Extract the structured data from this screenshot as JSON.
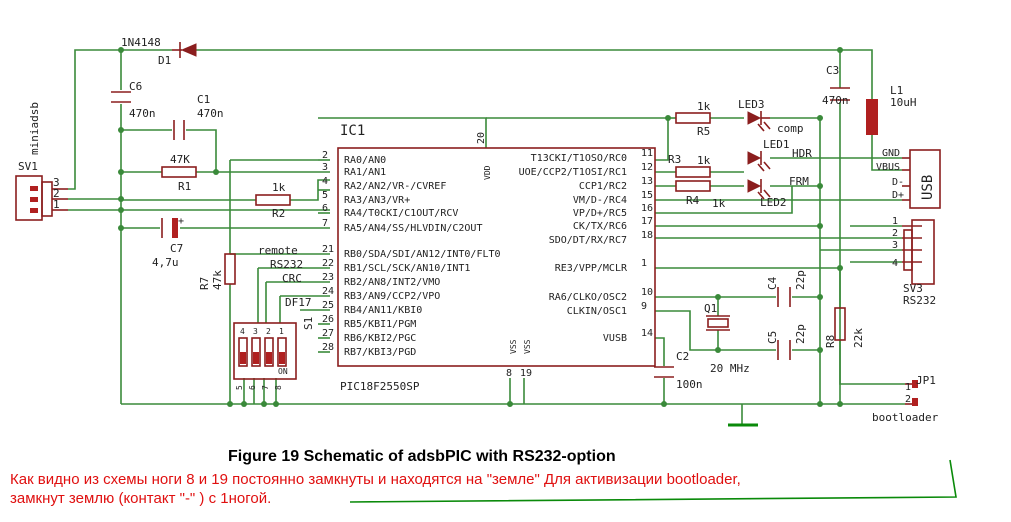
{
  "caption": "Figure 19 Schematic of adsbPIC with RS232-option",
  "note_line1": "Как видно из схемы ноги 8 и 19 постоянно замкнуты и находятся на \"земле\"  Для активизации bootloader,",
  "note_line2": "замкнут землю (контакт \"-\" ) с 1ногой.",
  "chip": {
    "ref": "IC1",
    "part": "PIC18F2550SP",
    "vdd": "VDD",
    "vss": "VSS",
    "vusb": "VUSB",
    "left_pins": [
      {
        "num": "2",
        "name": "RA0/AN0"
      },
      {
        "num": "3",
        "name": "RA1/AN1"
      },
      {
        "num": "4",
        "name": "RA2/AN2/VR-/CVREF"
      },
      {
        "num": "5",
        "name": "RA3/AN3/VR+"
      },
      {
        "num": "6",
        "name": "RA4/T0CKI/C1OUT/RCV"
      },
      {
        "num": "7",
        "name": "RA5/AN4/SS/HLVDIN/C2OUT"
      },
      {
        "num": "21",
        "name": "RB0/SDA/SDI/AN12/INT0/FLT0"
      },
      {
        "num": "22",
        "name": "RB1/SCL/SCK/AN10/INT1"
      },
      {
        "num": "23",
        "name": "RB2/AN8/INT2/VMO"
      },
      {
        "num": "24",
        "name": "RB3/AN9/CCP2/VPO"
      },
      {
        "num": "25",
        "name": "RB4/AN11/KBI0"
      },
      {
        "num": "26",
        "name": "RB5/KBI1/PGM"
      },
      {
        "num": "27",
        "name": "RB6/KBI2/PGC"
      },
      {
        "num": "28",
        "name": "RB7/KBI3/PGD"
      }
    ],
    "right_pins": [
      {
        "num": "11",
        "name": "T13CKI/T1OSO/RC0"
      },
      {
        "num": "12",
        "name": "UOE/CCP2/T1OSI/RC1"
      },
      {
        "num": "13",
        "name": "CCP1/RC2"
      },
      {
        "num": "15",
        "name": "VM/D-/RC4"
      },
      {
        "num": "16",
        "name": "VP/D+/RC5"
      },
      {
        "num": "17",
        "name": "CK/TX/RC6"
      },
      {
        "num": "18",
        "name": "SDO/DT/RX/RC7"
      },
      {
        "num": "1",
        "name": "RE3/VPP/MCLR"
      },
      {
        "num": "10",
        "name": "RA6/CLKO/OSC2"
      },
      {
        "num": "9",
        "name": "CLKIN/OSC1"
      },
      {
        "num": "14",
        "name": "VUSB"
      }
    ],
    "top_pin": "20",
    "bottom_pins": [
      "8",
      "19"
    ]
  },
  "labels": {
    "d1_part": "1N4148",
    "d1_ref": "D1",
    "c6_ref": "C6",
    "c6_val": "470n",
    "c1_ref": "C1",
    "c1_val": "470n",
    "r1_val": "47K",
    "r1_ref": "R1",
    "r2_val": "1k",
    "r2_ref": "R2",
    "c7_ref": "C7",
    "c7_val": "4,7u",
    "r7_ref": "R7",
    "r7_val": "47k",
    "sv1_ref": "SV1",
    "sv1_name": "miniadsb",
    "sv1_pins": [
      "3",
      "2",
      "1"
    ],
    "remote": "remote",
    "rs232_net": "RS232",
    "crc": "CRC",
    "df17": "DF17",
    "s1_ref": "S1",
    "s1_top": [
      "4",
      "3",
      "2",
      "1"
    ],
    "s1_bottom": [
      "5",
      "6",
      "7",
      "8"
    ],
    "s1_on": "ON",
    "r5_val": "1k",
    "r5_ref": "R5",
    "led3": "LED3",
    "comp": "comp",
    "r3_ref": "R3",
    "r3_val": "1k",
    "led1": "LED1",
    "hdr": "HDR",
    "r4_ref": "R4",
    "r4_val": "1k",
    "frm": "FRM",
    "led2": "LED2",
    "c3_ref": "C3",
    "c3_val": "470n",
    "l1_ref": "L1",
    "l1_val": "10uH",
    "usb": "USB",
    "usb_pins": [
      "GND",
      "VBUS",
      "D-",
      "D+"
    ],
    "sv3_pins": [
      "1",
      "2",
      "3",
      "4"
    ],
    "sv3_ref": "SV3",
    "sv3_name": "RS232",
    "c4_ref": "C4",
    "c4_val": "22p",
    "c5_ref": "C5",
    "c5_val": "22p",
    "q1_ref": "Q1",
    "q1_val": "20 MHz",
    "r8_ref": "R8",
    "r8_val": "22k",
    "c2_ref": "C2",
    "c2_val": "100n",
    "jp1_ref": "JP1",
    "jp1_pins": [
      "1",
      "2"
    ],
    "jp1_name": "bootloader"
  }
}
